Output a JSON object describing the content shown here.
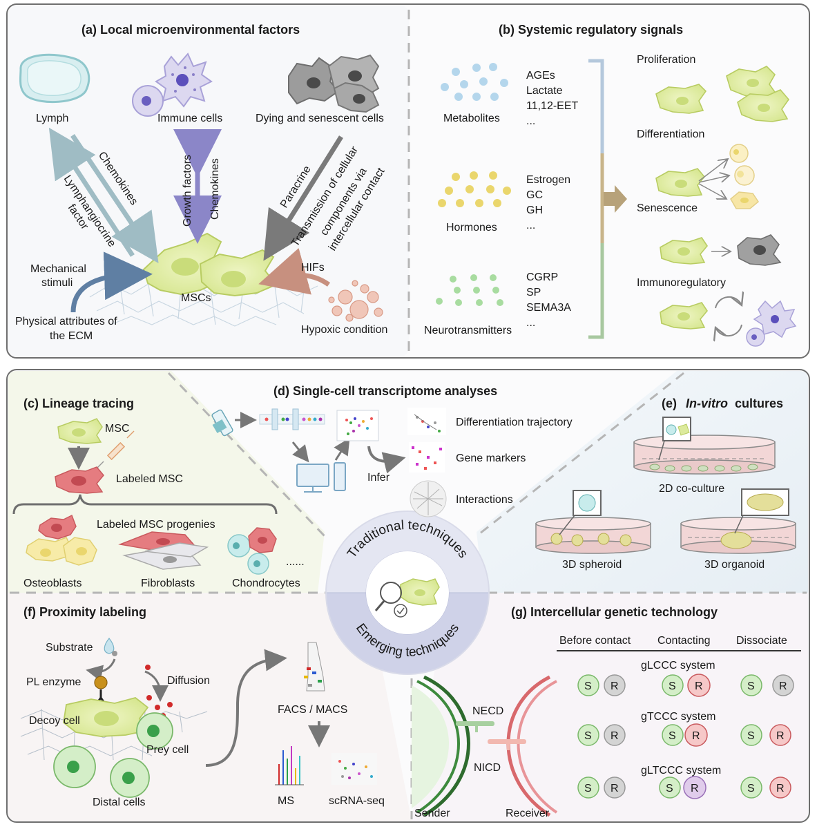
{
  "panel_a": {
    "title": "(a)   Local microenvironmental factors",
    "lymph": "Lymph",
    "immune": "Immune cells",
    "dying": "Dying and senescent cells",
    "chemokines_1": "Chemokines",
    "lymph_factor_1": "Lymphangiocrine",
    "lymph_factor_2": "factor",
    "growth": "Growth factors",
    "chemokines_2": "Chemokines",
    "paracrine": "Paracrine",
    "transmission_1": "Transmission of cellular",
    "transmission_2": "components via",
    "transmission_3": "intercellular contact",
    "mech_1": "Mechanical",
    "mech_2": "stimuli",
    "msc": "MSCs",
    "hifs": "HIFs",
    "phys_1": "Physical attributes of",
    "phys_2": "the ECM",
    "hypoxic": "Hypoxic condition"
  },
  "panel_b": {
    "title": "(b)   Systemic regulatory signals",
    "metabolites": "Metabolites",
    "metab_list": [
      "AGEs",
      "Lactate",
      "11,12-EET",
      "..."
    ],
    "hormones": "Hormones",
    "horm_list": [
      "Estrogen",
      "GC",
      "GH",
      "..."
    ],
    "neuro": "Neurotransmitters",
    "neuro_list": [
      "CGRP",
      "SP",
      "SEMA3A",
      "..."
    ],
    "proliferation": "Proliferation",
    "differentiation": "Differentiation",
    "senescence": "Senescence",
    "immuno": "Immunoregulatory"
  },
  "panel_c": {
    "title": "(c)   Lineage tracing",
    "msc": "MSC",
    "labeled": "Labeled MSC",
    "progenies": "Labeled MSC progenies",
    "osteo": "Osteoblasts",
    "fibro": "Fibroblasts",
    "chondro": "Chondrocytes",
    "dots": "......"
  },
  "panel_d": {
    "title": "(d)   Single-cell transcriptome analyses",
    "diff_traj": "Differentiation trajectory",
    "gene_markers": "Gene markers",
    "interactions": "Interactions",
    "infer": "Infer"
  },
  "panel_e": {
    "title_prefix": "(e)",
    "title_italic": "In-vitro",
    "title_suffix": "cultures",
    "coculture": "2D co-culture",
    "spheroid": "3D spheroid",
    "organoid": "3D organoid"
  },
  "center": {
    "traditional": "Traditional techniques",
    "emerging": "Emerging techniques"
  },
  "panel_f": {
    "title": "(f)   Proximity labeling",
    "substrate": "Substrate",
    "pl_enzyme": "PL enzyme",
    "diffusion": "Diffusion",
    "decoy": "Decoy cell",
    "prey": "Prey  cell",
    "distal": "Distal cells",
    "facs": "FACS / MACS",
    "ms": "MS",
    "scrna": "scRNA-seq"
  },
  "panel_g": {
    "title": "(g)   Intercellular genetic technology",
    "col_before": "Before contact",
    "col_contact": "Contacting",
    "col_dissoc": "Dissociate",
    "sys1": "gLCCC system",
    "sys2": "gTCCC system",
    "sys3": "gLTCCC system",
    "s": "S",
    "r": "R",
    "necd": "NECD",
    "nicd": "NICD",
    "sender": "Sender",
    "receiver": "Receiver"
  },
  "colors": {
    "msc_green": "#dcea9c",
    "label_red": "#e57c80",
    "lymph_arrow": "#9fbcc4",
    "growth_arrow": "#8b86c8",
    "paracrine_arrow": "#7a7a7a",
    "mech_arrow": "#5f7fa3",
    "hif_arrow": "#c7907f",
    "metab_dot": "#b4d6ec",
    "horm_dot": "#ead66d",
    "neuro_dot": "#a8dca0",
    "bracket_blue": "#b4c8dc",
    "bracket_tan": "#c8b48a",
    "bracket_green": "#a8c8a0"
  }
}
